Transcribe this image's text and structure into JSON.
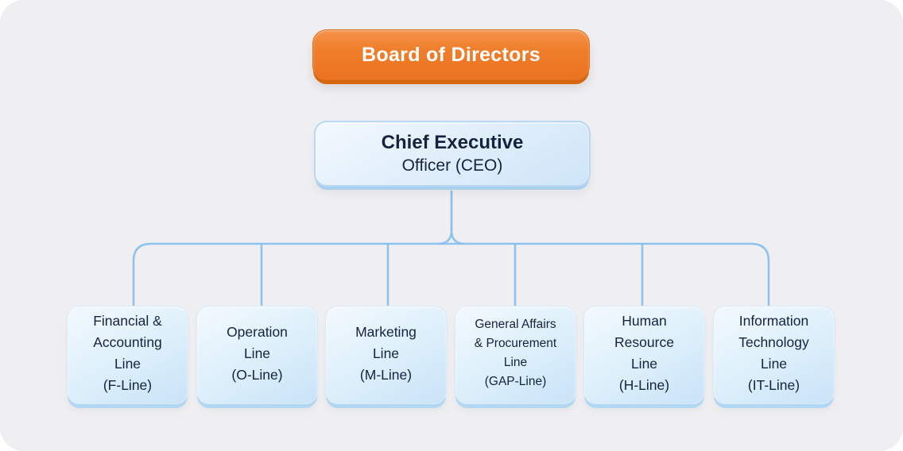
{
  "org_chart": {
    "board": {
      "label": "Board of Directors"
    },
    "ceo": {
      "title_line1": "Chief Executive",
      "title_line2": "Officer (CEO)"
    },
    "departments": [
      {
        "id": "f-line",
        "lines": [
          "Financial &",
          "Accounting",
          "Line",
          "(F-Line)"
        ]
      },
      {
        "id": "o-line",
        "lines": [
          "Operation",
          "Line",
          "(O-Line)"
        ]
      },
      {
        "id": "m-line",
        "lines": [
          "Marketing",
          "Line",
          "(M-Line)"
        ]
      },
      {
        "id": "gap-line",
        "lines": [
          "General Affairs",
          "& Procurement",
          "Line",
          "(GAP-Line)"
        ]
      },
      {
        "id": "h-line",
        "lines": [
          "Human",
          "Resource",
          "Line",
          "(H-Line)"
        ]
      },
      {
        "id": "it-line",
        "lines": [
          "Information",
          "Technology",
          "Line",
          "(IT-Line)"
        ]
      }
    ],
    "colors": {
      "board_orange": "#ee7b27",
      "board_lip_orange": "#d8660f",
      "node_blue_light": "#f3f9fe",
      "node_blue_dark": "#c9e3f8",
      "node_lip_blue": "#b2d7f3",
      "connector_blue": "#8ec2ee",
      "text_navy": "#15233f",
      "text_white": "#ffffff",
      "panel_gray": "#efeff1"
    }
  }
}
